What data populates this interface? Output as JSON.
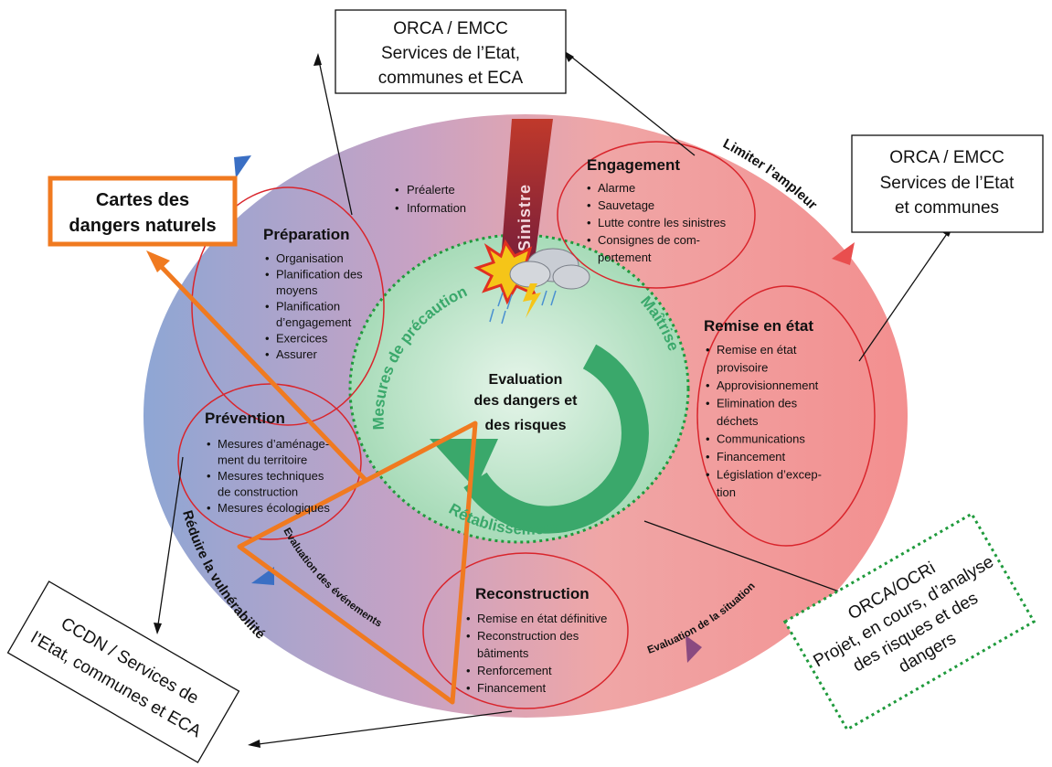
{
  "boxes": {
    "top": {
      "line1": "ORCA / EMCC",
      "line2": "Services de l’Etat,",
      "line3": "communes et ECA"
    },
    "right": {
      "line1": "ORCA / EMCC",
      "line2": "Services de l’Etat",
      "line3": "et communes"
    },
    "left_orange": {
      "line1": "Cartes des",
      "line2": "dangers naturels"
    },
    "bottom_left": {
      "line1": "CCDN / Services de",
      "line2": "l’Etat, communes et ECA"
    },
    "bottom_right": {
      "line1": "ORCA/OCRi",
      "line2": "Projet, en cours, d’analyse",
      "line3": "des risques et des",
      "line4": "dangers"
    }
  },
  "sinistre": "Sinistre",
  "prealerte": [
    "Préalerte",
    "Information"
  ],
  "sections": {
    "preparation": {
      "title": "Préparation",
      "lines": [
        "Organisation",
        "Planification des",
        "moyens",
        "Planification",
        "d’engagement",
        "Exercices",
        "Assurer"
      ]
    },
    "prevention": {
      "title": "Prévention",
      "lines": [
        "Mesures d’aménage-",
        "ment du territoire",
        "Mesures techniques",
        "de construction",
        "Mesures écologiques"
      ]
    },
    "engagement": {
      "title": "Engagement",
      "lines": [
        "Alarme",
        "Sauvetage",
        "Lutte contre les sinistres",
        "Consignes de com-",
        "portement"
      ]
    },
    "remise": {
      "title": "Remise en état",
      "lines": [
        "Remise en état",
        "provisoire",
        "Approvisionnement",
        "Elimination des",
        "déchets",
        "Communications",
        "Financement",
        "Législation d’excep-",
        "tion"
      ]
    },
    "reconstruction": {
      "title": "Reconstruction",
      "lines": [
        "Remise en état définitive",
        "Reconstruction des",
        "bâtiments",
        "Renforcement",
        "Financement"
      ]
    }
  },
  "center": {
    "line1": "Evaluation",
    "line2": "des dangers et",
    "line3": "des risques"
  },
  "green_labels": {
    "precaution": "Mesures de précaution",
    "maitrise": "Maîtrise",
    "retablissement": "Rétablissement"
  },
  "arc_labels": {
    "limiter": "Limiter l’ampleur",
    "reduire": "Réduire la vulnérabilité",
    "eval_evenements": "Evaluation des événements",
    "eval_situation": "Evaluation de la situation"
  },
  "colors": {
    "orange": "#f07a20",
    "red_ellipse": "#d9252c",
    "green": "#3aa86b",
    "green_dotted": "#1f9a3c"
  }
}
